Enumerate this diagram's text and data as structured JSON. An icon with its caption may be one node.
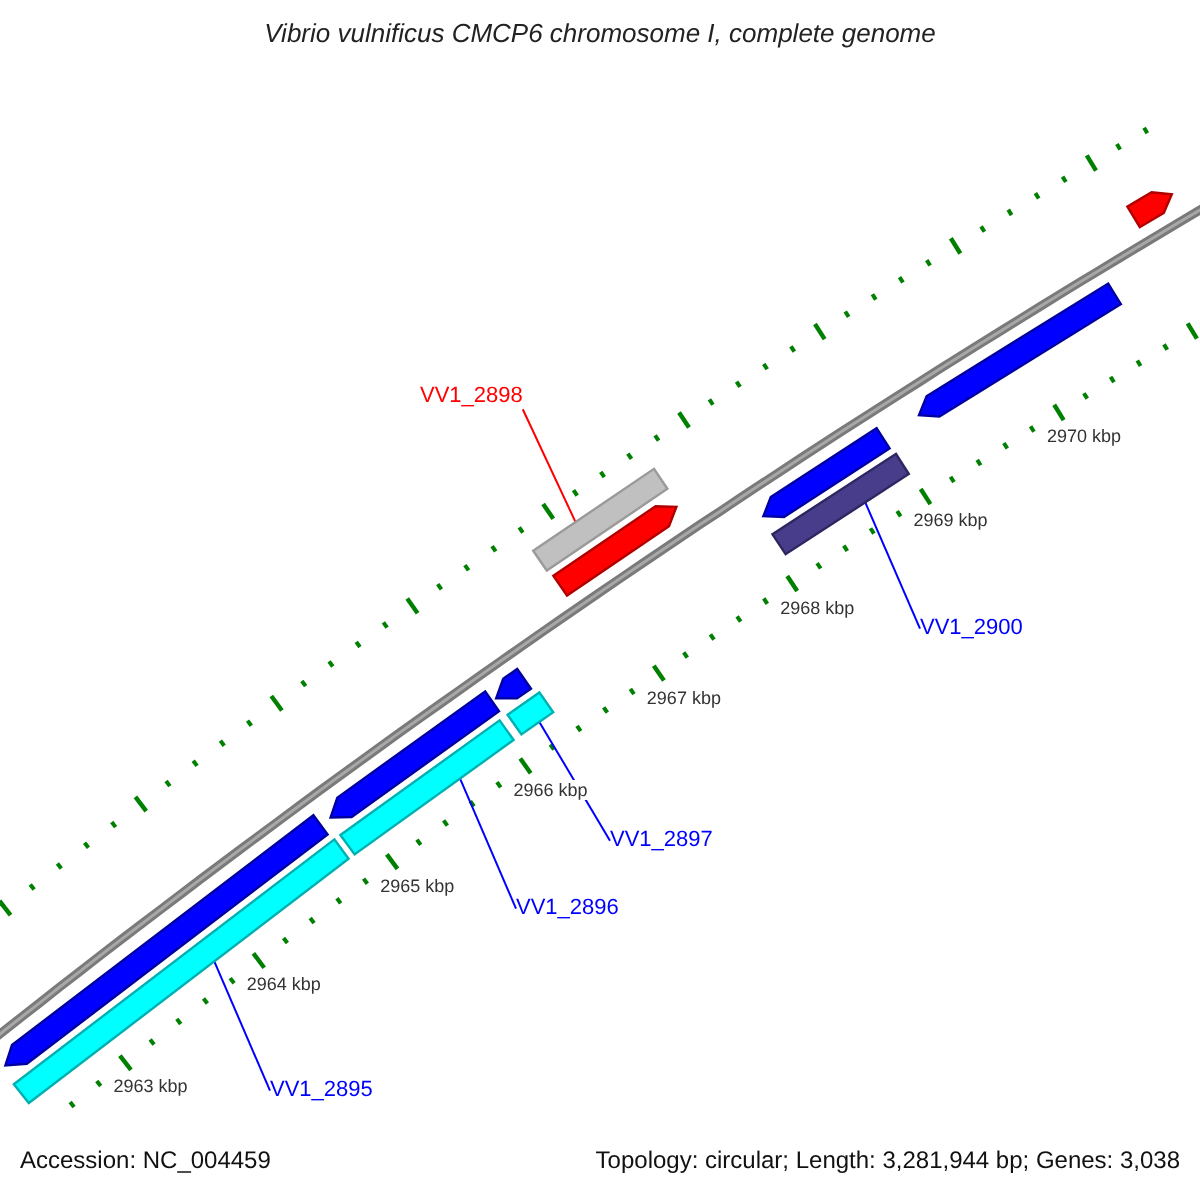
{
  "diagram": {
    "title": "Vibrio vulnificus CMCP6 chromosome I, complete genome",
    "nodes": [
      {
        "text": [],
        "shape": "bar"
      },
      {
        "text": [],
        "shape": "bar"
      },
      {
        "text": [
          "VV1_2898"
        ]
      },
      {
        "text": [],
        "shape": "bar"
      },
      {
        "text": [],
        "shape": "bar"
      },
      {
        "text": [],
        "shape": "bar"
      },
      {
        "text": [],
        "shape": "bar"
      },
      {
        "text": [
          "VV1_2900"
        ]
      },
      {
        "text": [],
        "shape": "bar"
      },
      {
        "text": [],
        "shape": "bar"
      },
      {
        "text": [],
        "shape": "bar"
      },
      {
        "text": [],
        "shape": "bar"
      },
      {
        "text": [
          "VV1_2897"
        ]
      },
      {
        "text": [
          "VV1_2896"
        ]
      },
      {
        "text": [],
        "shape": "bar"
      },
      {
        "text": [],
        "shape": "bar"
      },
      {
        "text": [
          "VV1_2895"
        ]
      }
    ],
    "edges": [
      {
        "from": 2,
        "to": 3,
        "arrow": "none",
        "color": "#ff0000"
      },
      {
        "from": 7,
        "to": 6,
        "arrow": "none"
      },
      {
        "from": 12,
        "to": 9,
        "arrow": "none"
      },
      {
        "from": 13,
        "to": 11,
        "arrow": "none"
      },
      {
        "from": 16,
        "to": 15,
        "arrow": "none"
      }
    ],
    "labels": [
      "2970 kbp",
      "2969 kbp",
      "2968 kbp",
      "2967 kbp",
      "2966 kbp",
      "2965 kbp",
      "2964 kbp",
      "2963 kbp",
      "Accession: NC_004459",
      "Topology: circular; Length: 3,281,944 bp; Genes: 3,038"
    ]
  }
}
